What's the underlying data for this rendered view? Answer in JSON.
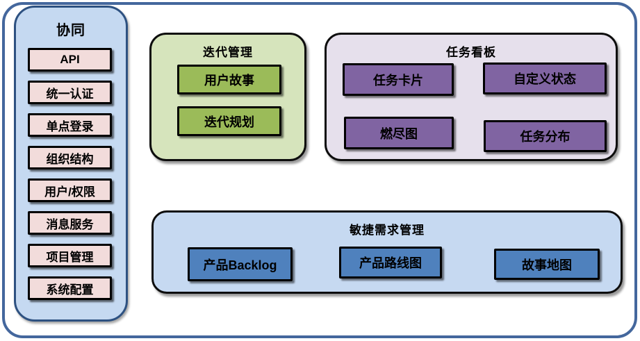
{
  "sidebar": {
    "title": "协同",
    "items": [
      "API",
      "统一认证",
      "单点登录",
      "组织结构",
      "用户/权限",
      "消息服务",
      "项目管理",
      "系统配置"
    ]
  },
  "iteration_panel": {
    "title": "迭代管理",
    "items": [
      "用户故事",
      "迭代规划"
    ]
  },
  "kanban_panel": {
    "title": "任务看板",
    "items": [
      "任务卡片",
      "自定义状态",
      "燃尽图",
      "任务分布"
    ]
  },
  "agile_panel": {
    "title": "敏捷需求管理",
    "items": [
      "产品Backlog",
      "产品路线图",
      "故事地图"
    ]
  },
  "colors": {
    "frame_border": "#44679D",
    "sidebar_fill": "#C5D9F1",
    "sidebar_border": "#2D5181",
    "pink_item": "#F2DCDB",
    "green_fill": "#D6E4BC",
    "green_item": "#9BBB59",
    "purple_fill": "#E6E0EC",
    "purple_item": "#8064A2",
    "blue_fill": "#C6D9F1",
    "blue_item": "#4F81BD",
    "item_border": "#000000",
    "text": "#000000"
  }
}
